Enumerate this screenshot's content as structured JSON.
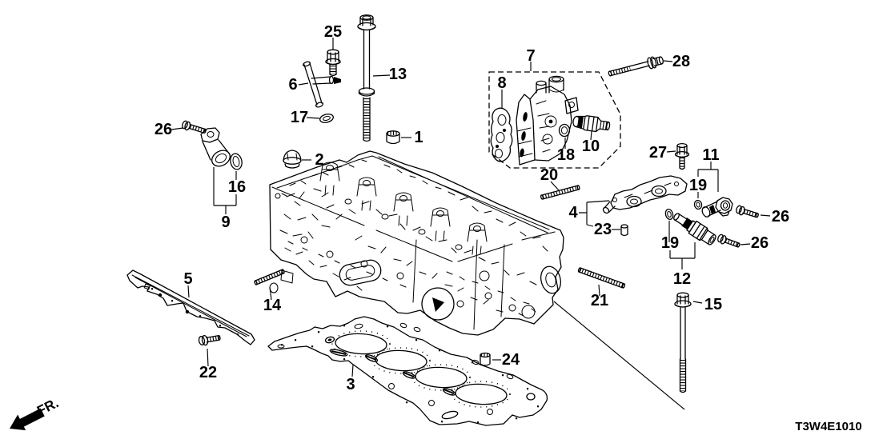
{
  "diagram_code": "T3W4E1010",
  "orientation": {
    "front_label": "FR."
  },
  "callouts": {
    "c1": "1",
    "c2": "2",
    "c3": "3",
    "c4": "4",
    "c5": "5",
    "c6": "6",
    "c7": "7",
    "c8": "8",
    "c9": "9",
    "c10": "10",
    "c11": "11",
    "c12": "12",
    "c13": "13",
    "c14": "14",
    "c15": "15",
    "c16": "16",
    "c17": "17",
    "c18": "18",
    "c19a": "19",
    "c19b": "19",
    "c20": "20",
    "c21": "21",
    "c22": "22",
    "c23": "23",
    "c24": "24",
    "c25": "25",
    "c26l": "26",
    "c26a": "26",
    "c26b": "26",
    "c27": "27",
    "c28": "28"
  }
}
